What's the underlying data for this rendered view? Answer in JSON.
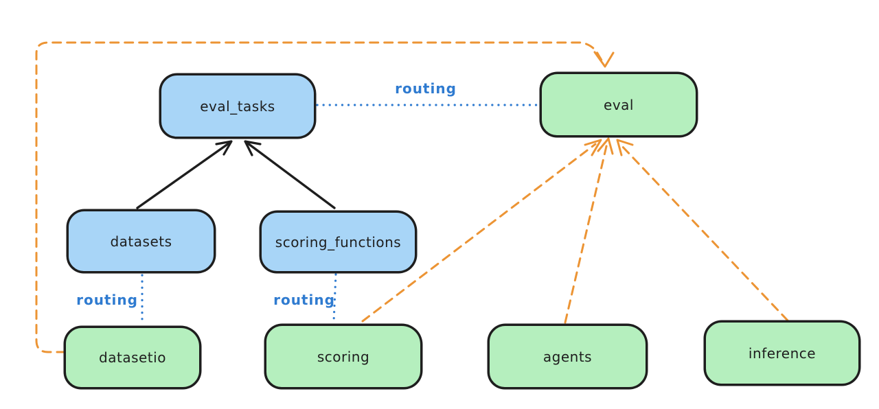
{
  "diagram": {
    "nodes": {
      "eval_tasks": {
        "label": "eval_tasks",
        "color": "blue"
      },
      "eval": {
        "label": "eval",
        "color": "green"
      },
      "datasets": {
        "label": "datasets",
        "color": "blue"
      },
      "scoring_functions": {
        "label": "scoring_functions",
        "color": "blue"
      },
      "datasetio": {
        "label": "datasetio",
        "color": "green"
      },
      "scoring": {
        "label": "scoring",
        "color": "green"
      },
      "agents": {
        "label": "agents",
        "color": "green"
      },
      "inference": {
        "label": "inference",
        "color": "green"
      }
    },
    "edge_labels": {
      "eval_tasks_eval": "routing",
      "datasets_datasetio": "routing",
      "scoring_functions_scoring": "routing"
    },
    "edges": [
      {
        "from": "datasets",
        "to": "eval_tasks",
        "style": "solid-black-arrow"
      },
      {
        "from": "scoring_functions",
        "to": "eval_tasks",
        "style": "solid-black-arrow"
      },
      {
        "from": "eval_tasks",
        "to": "eval",
        "style": "dotted-blue",
        "label": "routing"
      },
      {
        "from": "datasets",
        "to": "datasetio",
        "style": "dotted-blue",
        "label": "routing"
      },
      {
        "from": "scoring_functions",
        "to": "scoring",
        "style": "dotted-blue",
        "label": "routing"
      },
      {
        "from": "datasetio",
        "to": "eval",
        "style": "dashed-orange-arrow"
      },
      {
        "from": "scoring",
        "to": "eval",
        "style": "dashed-orange-arrow"
      },
      {
        "from": "agents",
        "to": "eval",
        "style": "dashed-orange-arrow"
      },
      {
        "from": "inference",
        "to": "eval",
        "style": "dashed-orange-arrow"
      }
    ],
    "colors": {
      "blue_node_fill": "#a8d5f7",
      "green_node_fill": "#b5efbe",
      "node_stroke": "#1e1e1e",
      "routing_blue": "#2f7bd0",
      "orange_dashed": "#ec9434",
      "background": "#ffffff"
    }
  }
}
